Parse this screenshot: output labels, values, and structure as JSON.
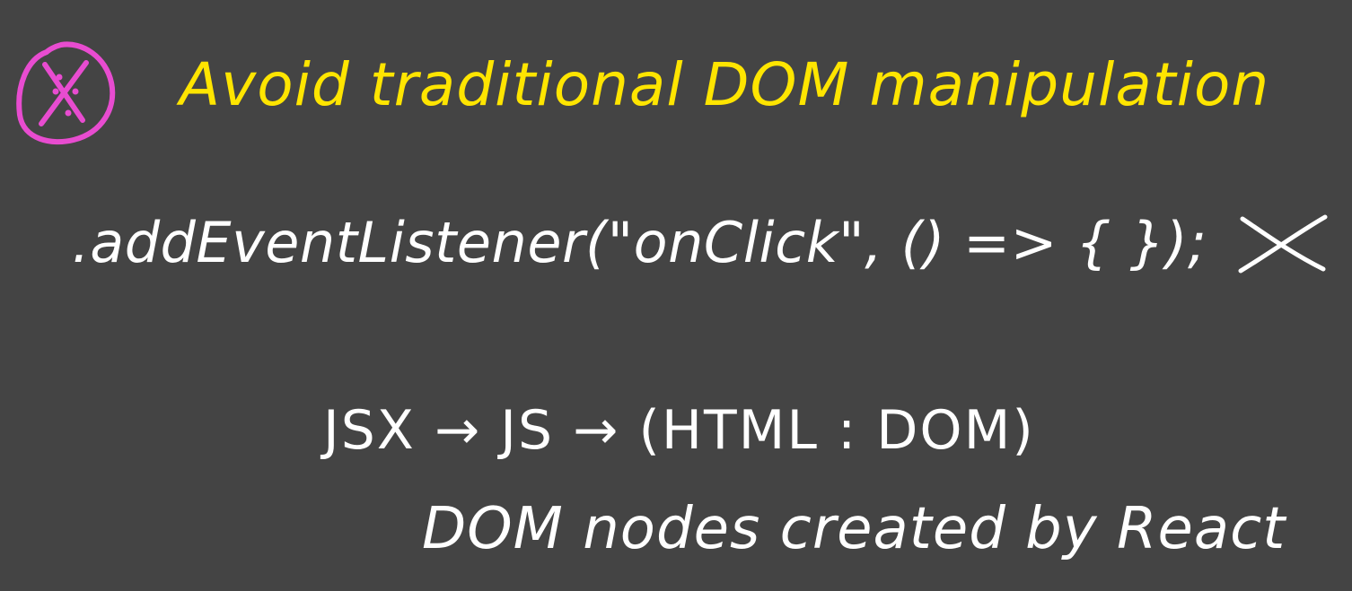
{
  "heading": {
    "text": "Avoid traditional DOM manipulation",
    "color": "#FFE500"
  },
  "code_example": {
    "text": ".addEventListener(\"onClick\", () => { });"
  },
  "flow": {
    "text": "JSX → JS → (HTML : DOM)"
  },
  "note": {
    "text": "DOM nodes created by React"
  },
  "icons": {
    "avoid_icon": "crossed-circle-icon",
    "wrong_icon": "cross-mark-icon"
  },
  "colors": {
    "background": "#444444",
    "highlight": "#FFE500",
    "accent": "#E84CD0",
    "ink": "#FFFFFF"
  }
}
